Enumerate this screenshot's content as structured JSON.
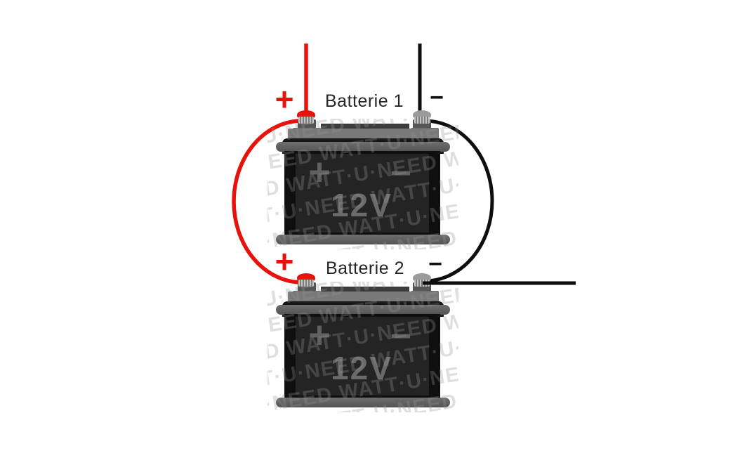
{
  "watermark": {
    "text": "WATT·U·NEED"
  },
  "colors": {
    "positive_wire": "#e8120c",
    "negative_wire": "#0e0e0e"
  },
  "batteries": [
    {
      "label": "Batterie 1",
      "voltage": "12V",
      "body_plus_symbol": "+",
      "body_minus_symbol": "−",
      "positive_sign": "+",
      "negative_sign": "−"
    },
    {
      "label": "Batterie 2",
      "voltage": "12V",
      "body_plus_symbol": "+",
      "body_minus_symbol": "−",
      "positive_sign": "+",
      "negative_sign": "−"
    }
  ]
}
